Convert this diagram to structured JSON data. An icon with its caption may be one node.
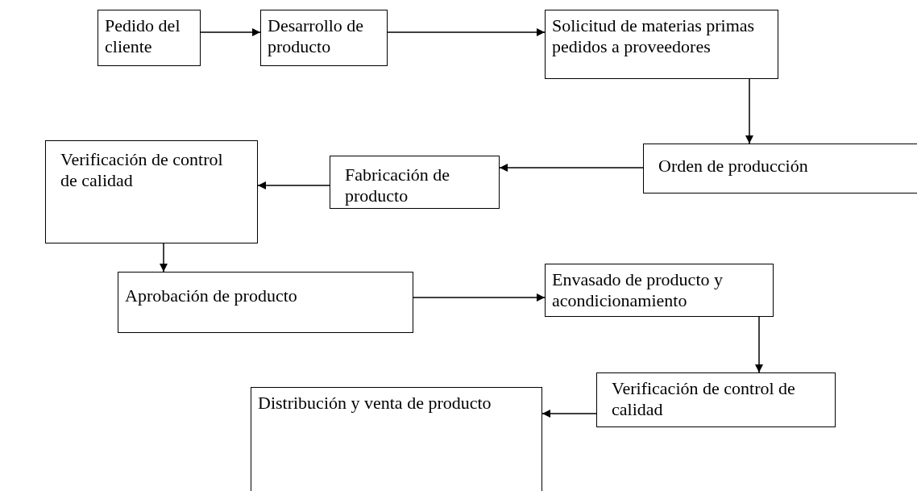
{
  "diagram": {
    "nodes": [
      {
        "text": [
          "Pedido del cliente"
        ]
      },
      {
        "text": [
          "Desarrollo de producto"
        ]
      },
      {
        "text": [
          "Solicitud de materias primas pedidos a proveedores"
        ]
      },
      {
        "text": [
          "Orden de producción"
        ]
      },
      {
        "text": [
          "Fabricación de producto"
        ]
      },
      {
        "text": [
          "Verificación de control de calidad"
        ]
      },
      {
        "text": [
          "Aprobación de producto"
        ]
      },
      {
        "text": [
          "Envasado de producto y acondicionamiento"
        ]
      },
      {
        "text": [
          "Verificación de control de calidad"
        ]
      },
      {
        "text": [
          "Distribución y venta de producto"
        ]
      }
    ],
    "edges": [
      {
        "from": 0,
        "to": 1,
        "arrow": "to"
      },
      {
        "from": 1,
        "to": 2,
        "arrow": "to"
      },
      {
        "from": 2,
        "to": 3,
        "arrow": "to"
      },
      {
        "from": 3,
        "to": 4,
        "arrow": "to"
      },
      {
        "from": 4,
        "to": 5,
        "arrow": "to"
      },
      {
        "from": 5,
        "to": 6,
        "arrow": "to"
      },
      {
        "from": 6,
        "to": 7,
        "arrow": "to"
      },
      {
        "from": 7,
        "to": 8,
        "arrow": "to"
      },
      {
        "from": 8,
        "to": 9,
        "arrow": "to"
      }
    ]
  }
}
